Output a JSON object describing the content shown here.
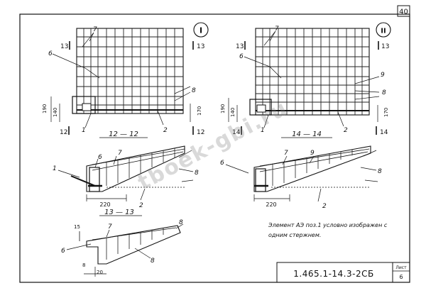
{
  "sheet": {
    "page_number": "40",
    "drawing_code": "1.465.1-14.3-2СБ",
    "corner_label": "Лист",
    "corner_value": "6"
  },
  "views": {
    "view1": {
      "marker": "I",
      "cut_left": "13",
      "cut_right": "13",
      "cut_bottom_left": "12",
      "cut_bottom_right": "12"
    },
    "view2": {
      "marker": "II",
      "cut_left": "13",
      "cut_right": "13",
      "cut_bottom_left": "14",
      "cut_bottom_right": "14"
    }
  },
  "sections": {
    "s12": {
      "title": "12 — 12",
      "dim": "220"
    },
    "s14": {
      "title": "14 — 14",
      "dim": "220"
    },
    "s13": {
      "title": "13 — 13"
    }
  },
  "dims": {
    "d190": "190",
    "d140": "140",
    "d170": "170",
    "d15": "15",
    "d20": "20",
    "d8": "8"
  },
  "callouts": {
    "c1": "1",
    "c2": "2",
    "c6": "6",
    "c7": "7",
    "c8": "8",
    "c9": "9"
  },
  "note": {
    "line1": "Элемент АЭ поз.1 условно изображен с",
    "line2": "одним стержнем."
  },
  "watermark": "tboek-gbi.ru"
}
